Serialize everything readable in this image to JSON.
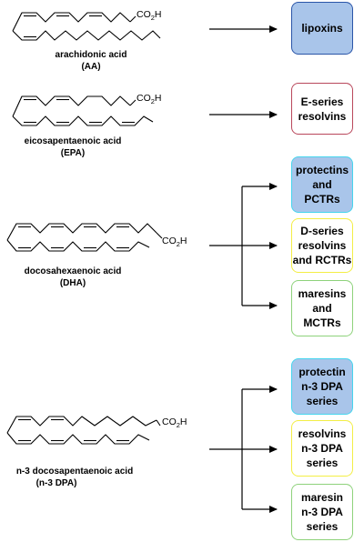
{
  "colors": {
    "blue_fill": "#a9c5ea",
    "blue_border": "#2a55a8",
    "red_border": "#b9475b",
    "cyan_border": "#45d5ee",
    "yellow_border": "#f3ee45",
    "green_border": "#8ed27b",
    "white": "#ffffff"
  },
  "molecules": {
    "aa": {
      "name": "arachidonic acid",
      "abbr": "(AA)",
      "formula_main": "CO",
      "formula_sub": "2",
      "formula_end": "H"
    },
    "epa": {
      "name": "eicosapentaenoic acid",
      "abbr": "(EPA)",
      "formula_main": "CO",
      "formula_sub": "2",
      "formula_end": "H"
    },
    "dha": {
      "name": "docosahexaenoic acid",
      "abbr": "(DHA)",
      "formula_main": "CO",
      "formula_sub": "2",
      "formula_end": "H"
    },
    "dpa": {
      "name": "n-3 docosapentaenoic acid",
      "abbr": "(n-3 DPA)",
      "formula_main": "CO",
      "formula_sub": "2",
      "formula_end": "H"
    }
  },
  "products": {
    "lipoxins": "lipoxins",
    "e_series": "E-series\nresolvins",
    "protectins": "protectins\nand\nPCTRs",
    "d_series": "D-series\nresolvins\nand RCTRs",
    "maresins": "maresins\nand\nMCTRs",
    "protectin_dpa": "protectin\nn-3 DPA\nseries",
    "resolvins_dpa": "resolvins\nn-3 DPA\nseries",
    "maresin_dpa": "maresin\nn-3 DPA\nseries"
  }
}
